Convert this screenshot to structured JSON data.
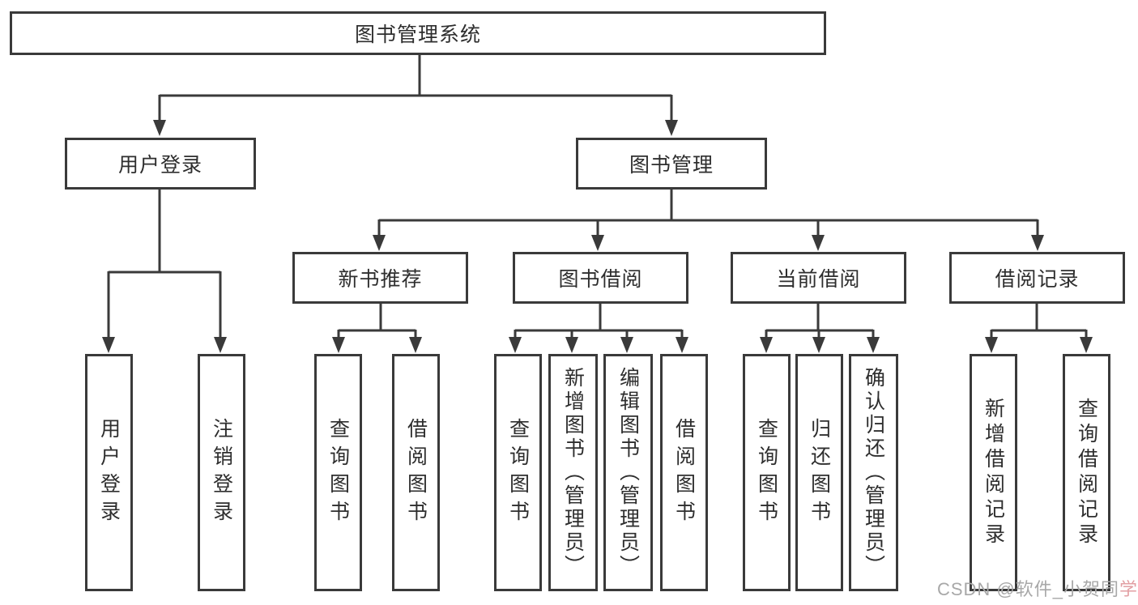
{
  "tree": {
    "root": {
      "label": "图书管理系统"
    },
    "branches": [
      {
        "label": "用户登录",
        "leaves": [
          {
            "label": "用户登录"
          },
          {
            "label": "注销登录"
          }
        ]
      },
      {
        "label": "图书管理",
        "groups": [
          {
            "label": "新书推荐",
            "leaves": [
              {
                "label": "查询图书"
              },
              {
                "label": "借阅图书"
              }
            ]
          },
          {
            "label": "图书借阅",
            "leaves": [
              {
                "label": "查询图书"
              },
              {
                "label": "新增图书（管理员）"
              },
              {
                "label": "编辑图书（管理员）"
              },
              {
                "label": "借阅图书"
              }
            ]
          },
          {
            "label": "当前借阅",
            "leaves": [
              {
                "label": "查询图书"
              },
              {
                "label": "归还图书"
              },
              {
                "label": "确认归还（管理员）"
              }
            ]
          },
          {
            "label": "借阅记录",
            "leaves": [
              {
                "label": "新增借阅记录"
              },
              {
                "label": "查询借阅记录"
              }
            ]
          }
        ]
      }
    ]
  },
  "watermark": {
    "prefix": "CSDN @软件_小贺同",
    "suffix": "学"
  },
  "colors": {
    "line": "#3a3a3a",
    "box_border": "#3a3a3a",
    "box_fill": "#ffffff",
    "text": "#2e2e2e",
    "watermark_gray": "#a8a8a8",
    "watermark_pink": "#e29fa3"
  }
}
